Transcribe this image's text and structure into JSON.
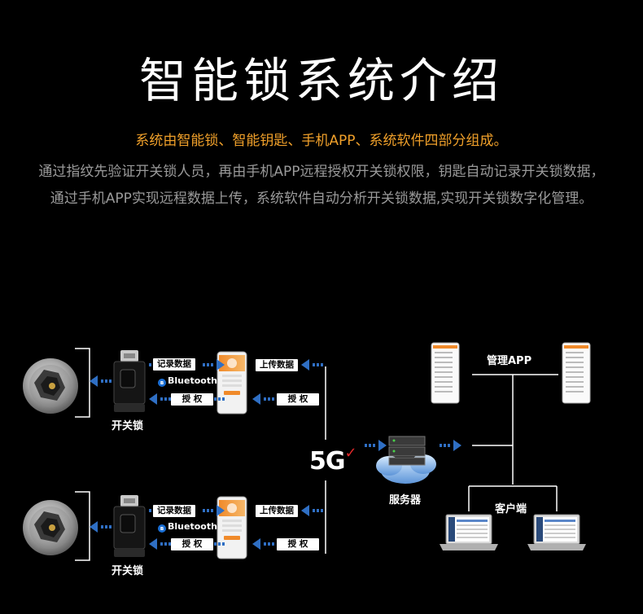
{
  "title": "智能锁系统介绍",
  "subtitle": "系统由智能锁、智能钥匙、手机APP、系统软件四部分组成。",
  "description": "通过指纹先验证开关锁人员，再由手机APP远程授权开关锁权限，钥匙自动记录开关锁数据，通过手机APP实现远程数据上传，系统软件自动分析开关锁数据,实现开关锁数字化管理。",
  "diagram": {
    "group_top": {
      "lock_label": "开关锁",
      "tag_record": "记录数据",
      "tag_authorize_left": "授 权",
      "tag_upload": "上传数据",
      "tag_authorize_right": "授 权",
      "bluetooth": "Bluetooth"
    },
    "group_bottom": {
      "lock_label": "开关锁",
      "tag_record": "记录数据",
      "tag_authorize_left": "授 权",
      "tag_upload": "上传数据",
      "tag_authorize_right": "授 权",
      "bluetooth": "Bluetooth"
    },
    "network": "5G",
    "server_label": "服务器",
    "mgmt_app_label": "管理APP",
    "client_label": "客户端",
    "colors": {
      "accent": "#f0a02a",
      "arrow": "#2f6fc4",
      "network_check": "#e0282a"
    }
  }
}
